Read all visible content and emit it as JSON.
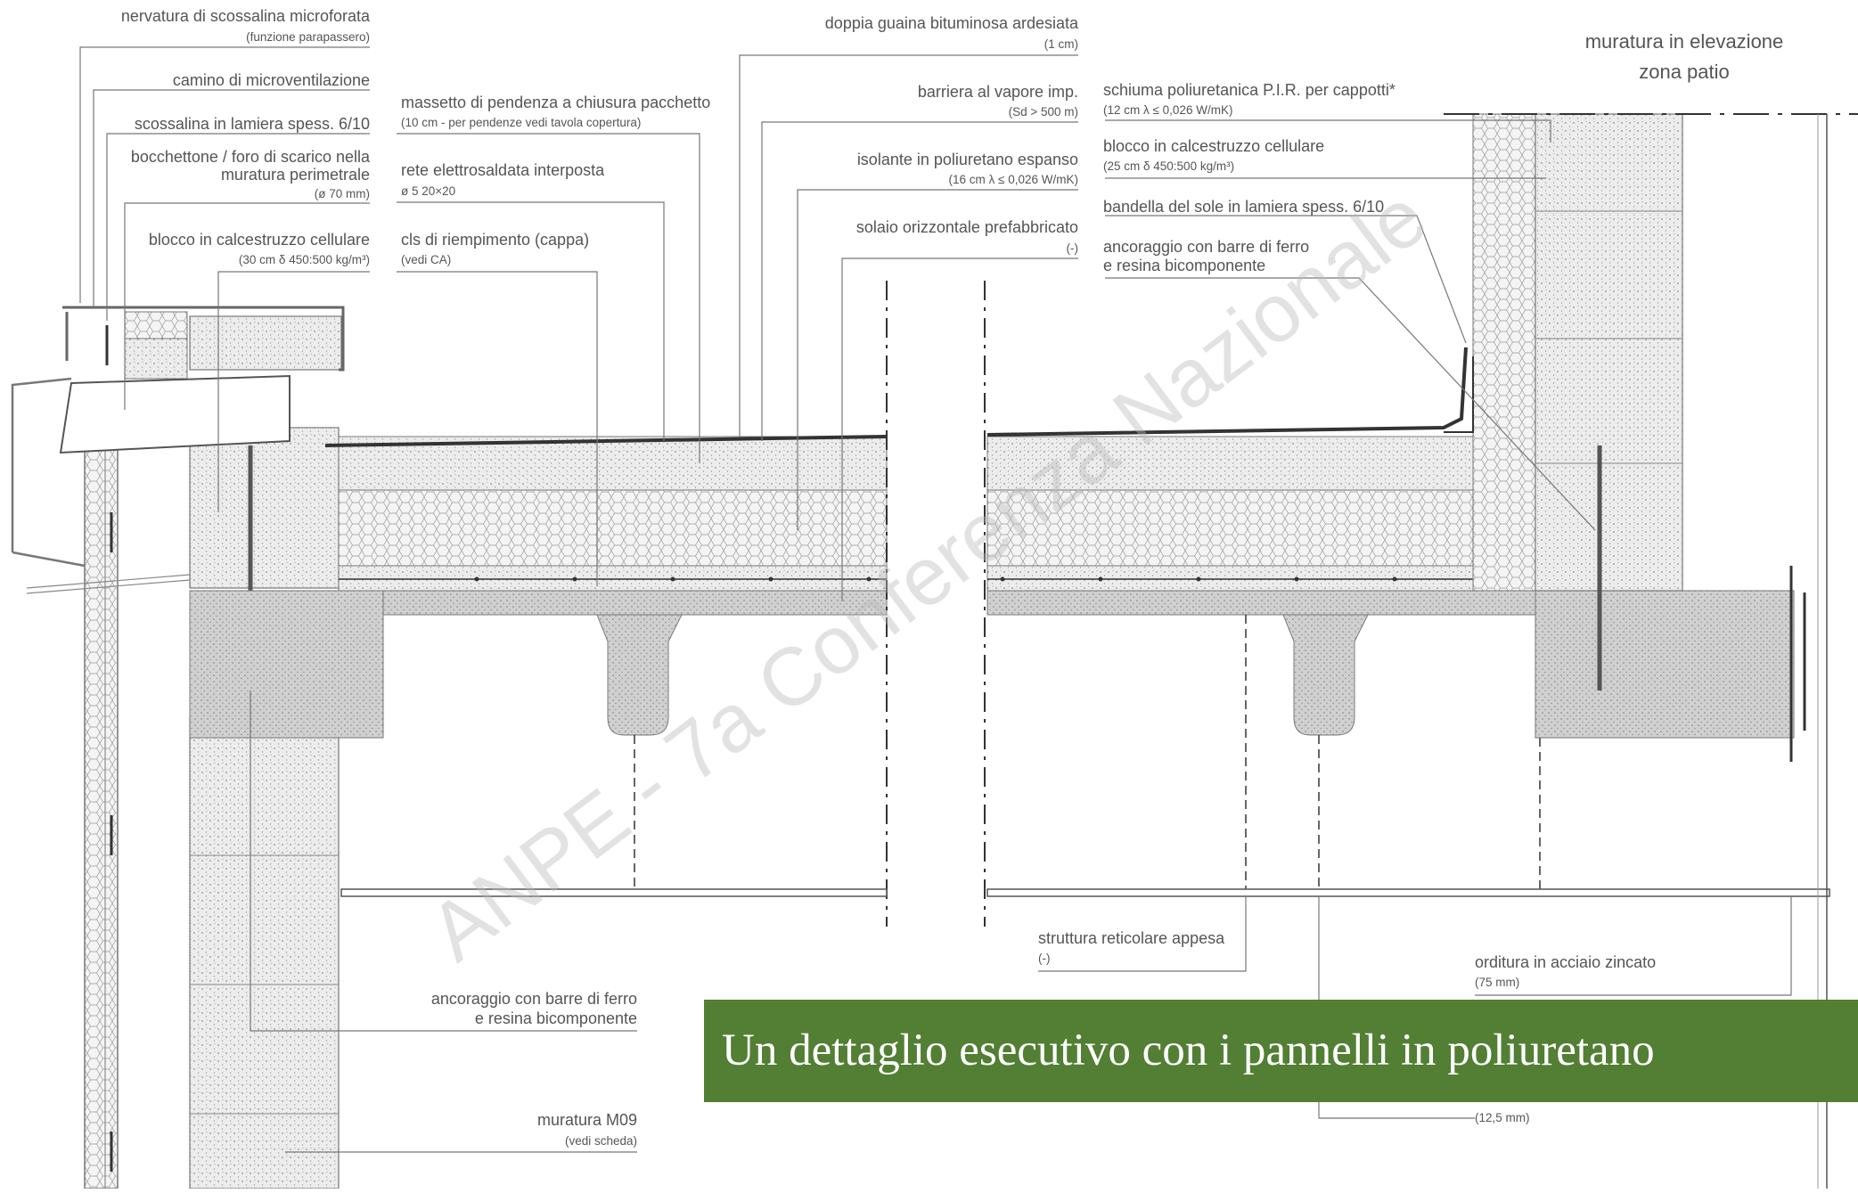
{
  "caption": "Un dettaglio esecutivo con i pannelli in poliuretano",
  "watermark": "ANPE - 7a Conferenza Nazionale",
  "colors": {
    "caption_bg": "#527f33",
    "caption_text": "#ffffff",
    "line": "#666666",
    "text": "#555555"
  },
  "labels": [
    {
      "id": "nervatura",
      "text": "nervatura di scossalina microforata",
      "sub": "(funzione parapassero)"
    },
    {
      "id": "camino",
      "text": "camino di microventilazione",
      "sub": ""
    },
    {
      "id": "scossalina",
      "text": "scossalina in lamiera spess. 6/10",
      "sub": ""
    },
    {
      "id": "bocchettone",
      "text": "bocchettone / foro di scarico nella",
      "text2": "muratura perimetrale",
      "sub": "(ø 70 mm)"
    },
    {
      "id": "blocco-left",
      "text": "blocco in calcestruzzo cellulare",
      "sub": "(30 cm δ 450:500 kg/m³)"
    },
    {
      "id": "massetto",
      "text": "massetto di pendenza a chiusura pacchetto",
      "sub": "(10 cm - per pendenze vedi tavola copertura)"
    },
    {
      "id": "rete",
      "text": "rete elettrosaldata interposta",
      "sub": "ø 5 20×20"
    },
    {
      "id": "cls",
      "text": "cls di riempimento (cappa)",
      "sub": "(vedi CA)"
    },
    {
      "id": "guaina",
      "text": "doppia guaina bituminosa ardesiata",
      "sub": "(1 cm)"
    },
    {
      "id": "barriera",
      "text": "barriera al vapore imp.",
      "sub": "(Sd > 500 m)"
    },
    {
      "id": "isolante",
      "text": "isolante in poliuretano espanso",
      "sub": "(16 cm λ ≤ 0,026 W/mK)"
    },
    {
      "id": "solaio",
      "text": "solaio orizzontale prefabbricato",
      "sub": "(-)"
    },
    {
      "id": "schiuma",
      "text": "schiuma poliuretanica P.I.R. per cappotti*",
      "sub": "(12 cm λ ≤ 0,026 W/mK)"
    },
    {
      "id": "blocco-right",
      "text": "blocco in calcestruzzo cellulare",
      "sub": "(25 cm δ 450:500 kg/m³)"
    },
    {
      "id": "bandella",
      "text": "bandella del sole in lamiera spess. 6/10",
      "sub": ""
    },
    {
      "id": "ancoraggio-right",
      "text": "ancoraggio con barre di ferro",
      "text2": "e resina bicomponente",
      "sub": ""
    },
    {
      "id": "muratura-elev",
      "text": "muratura in elevazione",
      "text2": "zona patio",
      "sub": ""
    },
    {
      "id": "struttura",
      "text": "struttura reticolare appesa",
      "sub": "(-)"
    },
    {
      "id": "orditura",
      "text": "orditura in acciaio zincato",
      "sub": "(75 mm)"
    },
    {
      "id": "lastra",
      "text": "",
      "sub": "(12,5 mm)"
    },
    {
      "id": "ancoraggio-left",
      "text": "ancoraggio con barre di ferro",
      "text2": "e resina bicomponente",
      "sub": ""
    },
    {
      "id": "muratura-m09",
      "text": "muratura M09",
      "sub": "(vedi scheda)"
    }
  ]
}
